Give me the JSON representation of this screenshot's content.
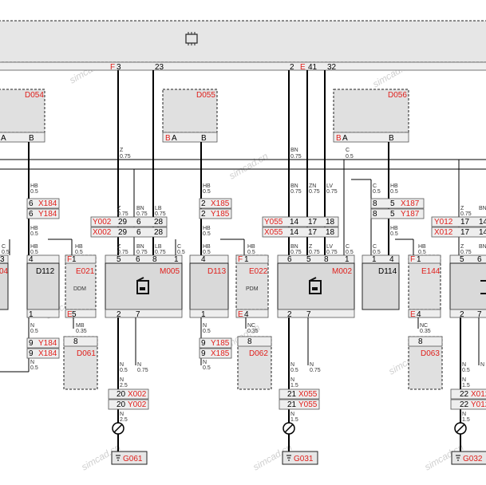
{
  "ecu": {
    "pins": [
      "F",
      "3",
      "23",
      "2",
      "E",
      "41",
      "32"
    ]
  },
  "modules": {
    "d054": "D054",
    "d055": "D055",
    "d056": "D056",
    "pinsB": "B",
    "pinsA": "A"
  },
  "wire": {
    "z": "Z",
    "z075": "0.75",
    "bn": "BN",
    "bn075": "0.75",
    "c": "C",
    "c05": "0.5"
  },
  "conn": {
    "x184": "X184",
    "y184": "Y184",
    "x185": "X185",
    "y185": "Y185",
    "x187": "X187",
    "y187": "Y187",
    "y002": "Y002",
    "x002": "X002",
    "y055": "Y055",
    "x055": "X055",
    "y012": "Y012",
    "x012": "X012"
  },
  "ecus": {
    "d112": "D112",
    "e021": "E021",
    "ddm": "DDM",
    "m005": "M005",
    "d113": "D113",
    "e022": "E022",
    "pdm": "PDM",
    "m002": "M002",
    "d114": "D114",
    "e144": "E144",
    "d061": "D061",
    "d062": "D062",
    "d063": "D063"
  },
  "grounds": {
    "g061": "G061",
    "g031": "G031",
    "g032": "G032"
  },
  "watermark": "simcad.cn"
}
